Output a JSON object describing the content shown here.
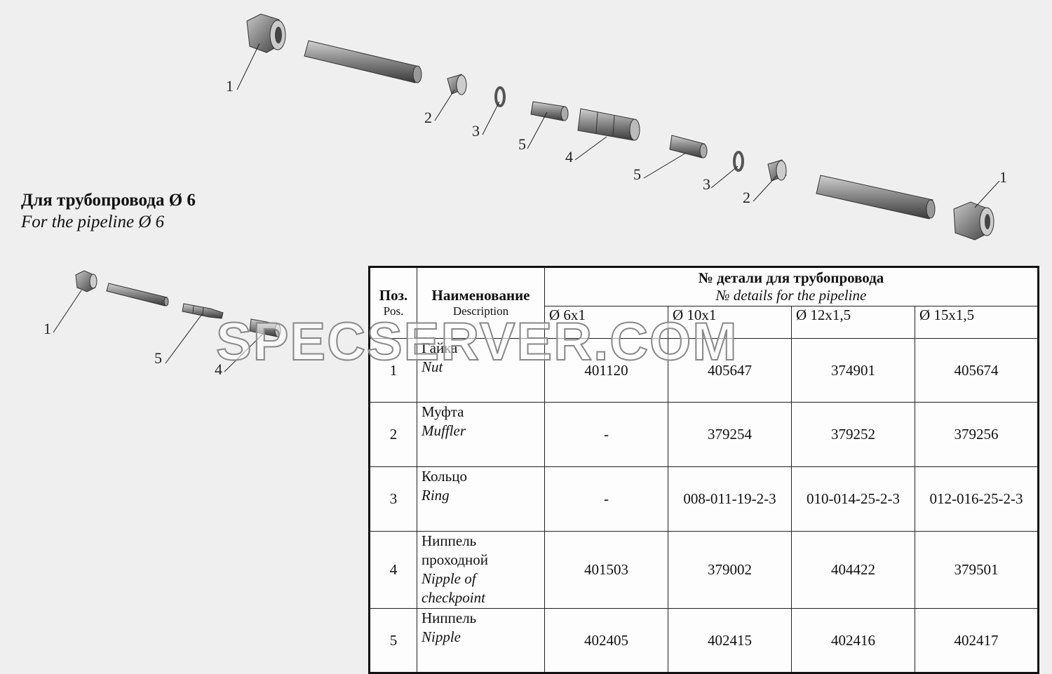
{
  "callouts": {
    "top": [
      "1",
      "2",
      "3",
      "5",
      "4",
      "5",
      "3",
      "2",
      "1"
    ],
    "small": [
      "1",
      "5",
      "4"
    ]
  },
  "note": {
    "ru": "Для трубопровода  Ø 6",
    "en": "For the pipeline  Ø 6"
  },
  "table": {
    "pos_ru": "Поз.",
    "pos_en": "Pos.",
    "name_ru": "Наименование",
    "name_en": "Description",
    "group_ru": "№  детали для трубопровода",
    "group_en": "№ details for the pipeline",
    "columns": [
      "Ø 6х1",
      "Ø 10х1",
      "Ø 12х1,5",
      "Ø 15х1,5"
    ],
    "rows": [
      {
        "pos": "1",
        "name_ru": "Гайка",
        "name_en": "Nut",
        "values": [
          "401120",
          "405647",
          "374901",
          "405674"
        ]
      },
      {
        "pos": "2",
        "name_ru": "Муфта",
        "name_en": "Muffler",
        "values": [
          "-",
          "379254",
          "379252",
          "379256"
        ]
      },
      {
        "pos": "3",
        "name_ru": "Кольцо",
        "name_en": "Ring",
        "values": [
          "-",
          "008-011-19-2-3",
          "010-014-25-2-3",
          "012-016-25-2-3"
        ]
      },
      {
        "pos": "4",
        "name_ru": "Ниппель проходной",
        "name_en": "Nipple of checkpoint",
        "values": [
          "401503",
          "379002",
          "404422",
          "379501"
        ]
      },
      {
        "pos": "5",
        "name_ru": "Ниппель",
        "name_en": "Nipple",
        "values": [
          "402405",
          "402415",
          "402416",
          "402417"
        ]
      }
    ]
  },
  "watermark": "SPECSERVER.COM"
}
